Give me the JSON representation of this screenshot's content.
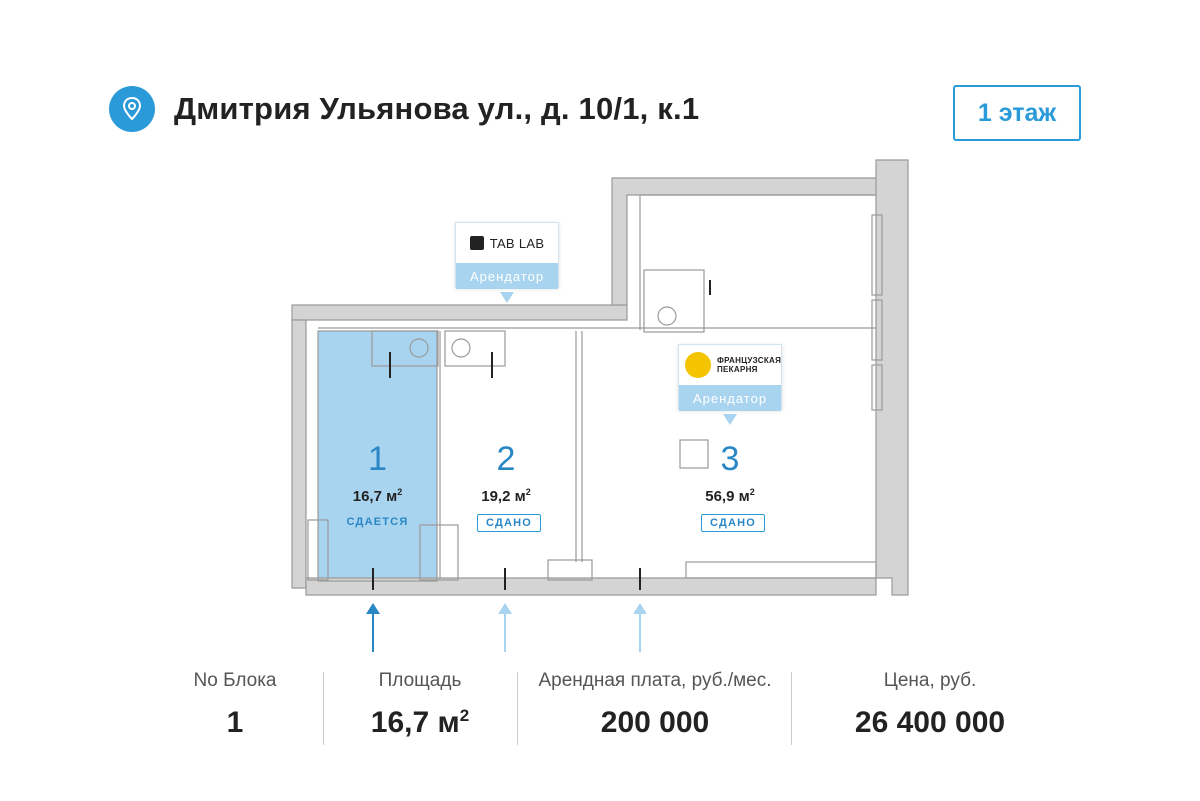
{
  "header": {
    "address": "Дмитрия Ульянова ул., д. 10/1, к.1",
    "floor_button": "1 этаж",
    "pin_icon": "map-pin-icon"
  },
  "tenants": [
    {
      "name": "TAB LAB",
      "role": "Арендатор",
      "logo_icon": "tablab-logo-icon"
    },
    {
      "name_line1": "ФРАНЦУЗСКАЯ",
      "name_line2": "ПЕКАРНЯ",
      "role": "Арендатор",
      "logo_icon": "bakery-logo-icon"
    }
  ],
  "units": [
    {
      "number": "1",
      "area": "16,7 м",
      "area_sup": "2",
      "status": "СДАЕТСЯ",
      "selected": true
    },
    {
      "number": "2",
      "area": "19,2 м",
      "area_sup": "2",
      "status": "СДАНО",
      "selected": false
    },
    {
      "number": "3",
      "area": "56,9 м",
      "area_sup": "2",
      "status": "СДАНО",
      "selected": false
    }
  ],
  "info": {
    "block_label": "No Блока",
    "block_value": "1",
    "area_label": "Площадь",
    "area_value": "16,7 м",
    "area_sup": "2",
    "rent_label": "Арендная плата, руб./мес.",
    "rent_value": "200 000",
    "price_label": "Цена, руб.",
    "price_value": "26 400 000"
  },
  "colors": {
    "accent": "#2a9ad9",
    "selected_fill": "#a8d4ef",
    "wall": "#bdbdbd",
    "text_blue": "#2a87c6"
  }
}
